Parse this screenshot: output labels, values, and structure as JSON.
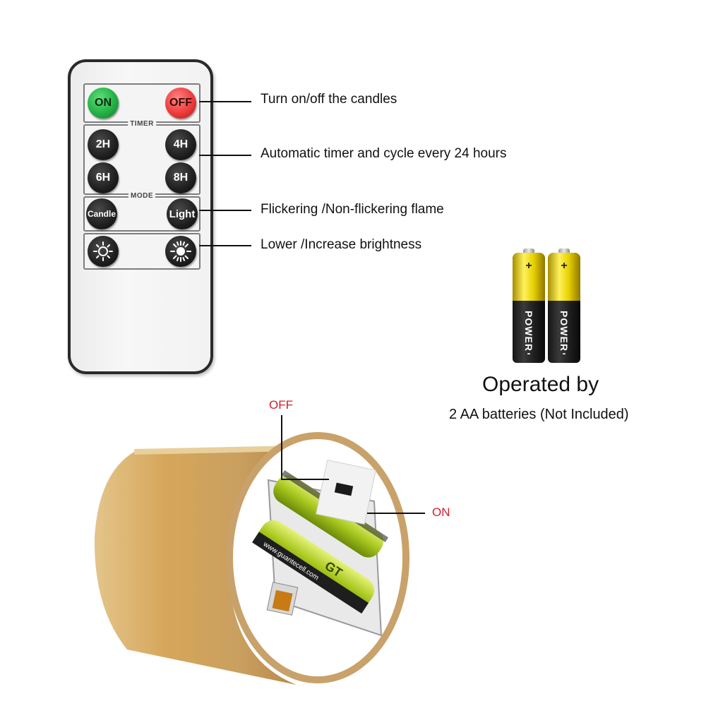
{
  "remote": {
    "on_label": "ON",
    "off_label": "OFF",
    "timer_label": "TIMER",
    "timer_buttons": [
      "2H",
      "4H",
      "6H",
      "8H"
    ],
    "mode_label": "MODE",
    "mode_buttons": [
      "Candle",
      "Light"
    ],
    "brightness_buttons": [
      "brightness-down-icon",
      "brightness-up-icon"
    ]
  },
  "callouts": [
    "Turn on/off the candles",
    "Automatic timer and cycle every 24 hours",
    "Flickering /Non-flickering flame",
    "Lower /Increase brightness"
  ],
  "batteries": {
    "brand": "POWER",
    "title": "Operated by",
    "subtitle": "2 AA batteries (Not Included)"
  },
  "candle": {
    "switch_off_label": "OFF",
    "switch_on_label": "ON",
    "battery_print": "www.guantecell.com",
    "battery_brand": "GT",
    "label_color": "#d0202a"
  }
}
